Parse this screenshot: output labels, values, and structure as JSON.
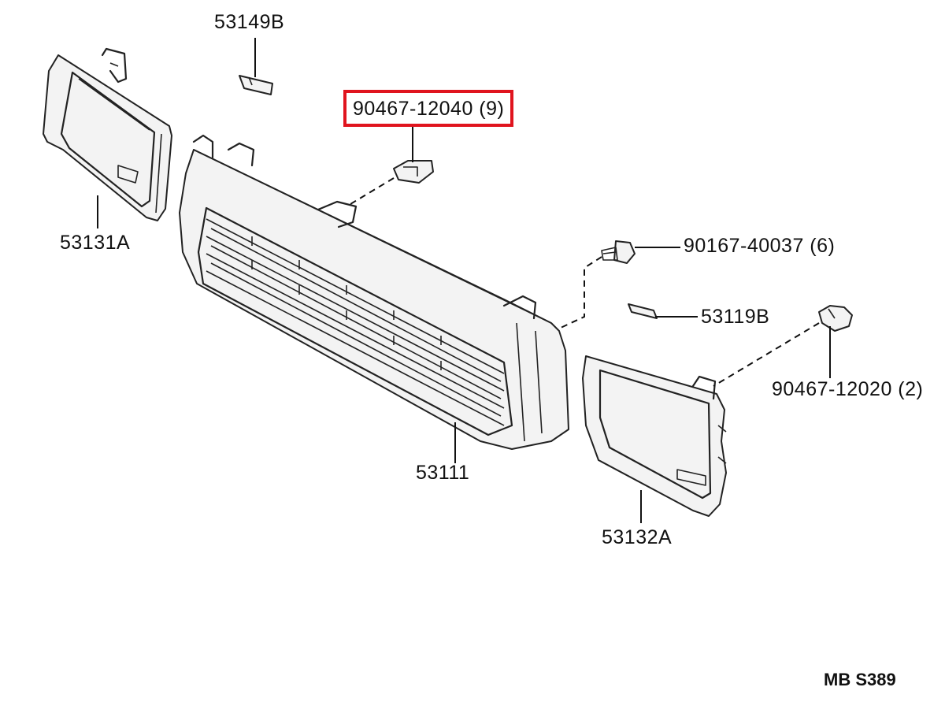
{
  "parts": {
    "molding_left": "53131A",
    "clip_top": "53149B",
    "highlighted_clip": "90467-12040 (9)",
    "screw": "90167-40037 (6)",
    "clip_right": "53119B",
    "clip_small_right": "90467-12020 (2)",
    "grille": "53111",
    "molding_right": "53132A"
  },
  "reference_code": "MB S389",
  "highlight_color": "#e0141e"
}
